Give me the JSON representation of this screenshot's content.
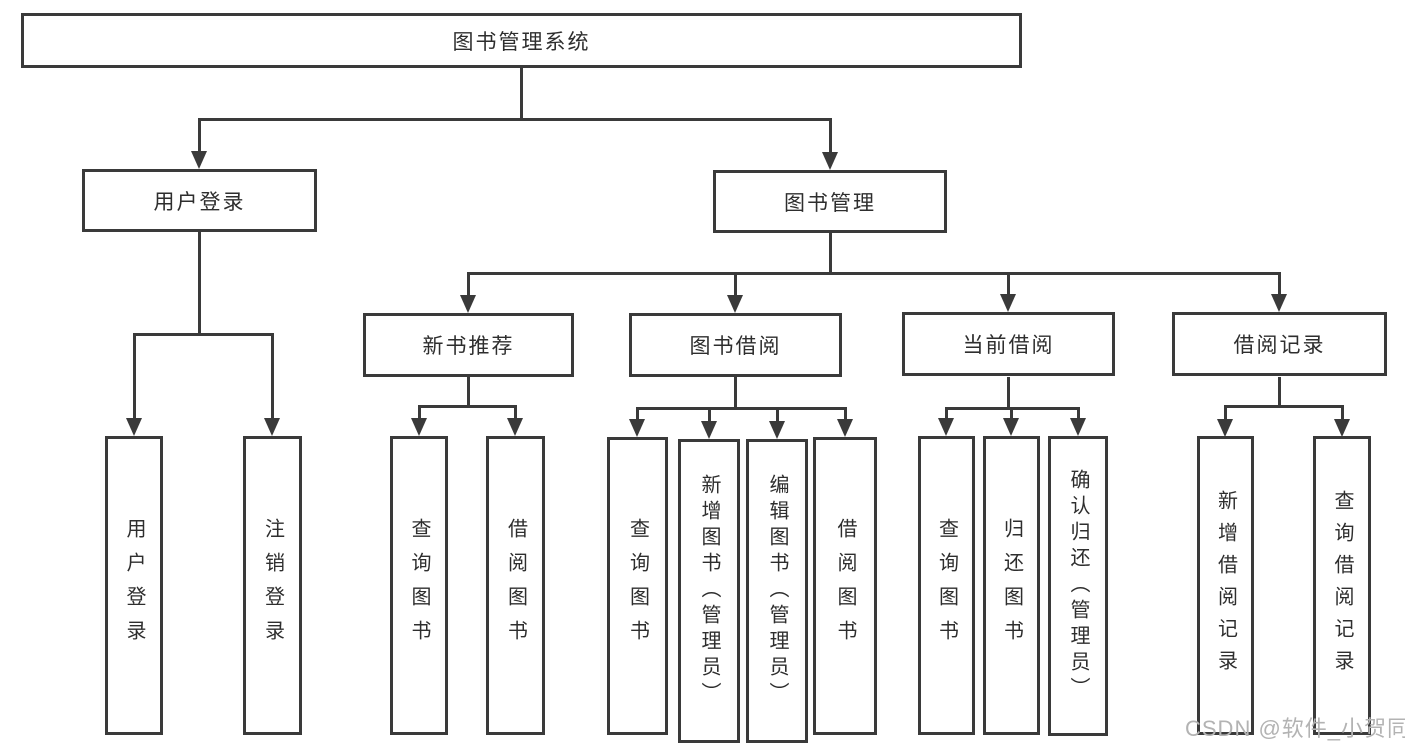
{
  "nodes": {
    "root": "图书管理系统",
    "user_login": "用户登录",
    "book_management": "图书管理",
    "new_book_recommend": "新书推荐",
    "book_borrow": "图书借阅",
    "current_borrow": "当前借阅",
    "borrow_records": "借阅记录",
    "leaf_user_login": "用户登录",
    "leaf_logout": "注销登录",
    "leaf_query_book_recommend": "查询图书",
    "leaf_borrow_book_recommend": "借阅图书",
    "leaf_query_book_borrow": "查询图书",
    "leaf_add_book_admin": "新增图书（管理员）",
    "leaf_edit_book_admin": "编辑图书（管理员）",
    "leaf_borrow_book_borrow": "借阅图书",
    "leaf_query_book_current": "查询图书",
    "leaf_return_book": "归还图书",
    "leaf_confirm_return_admin": "确认归还（管理员）",
    "leaf_add_borrow_record": "新增借阅记录",
    "leaf_query_borrow_record": "查询借阅记录"
  },
  "watermark": "CSDN @软件_小贺同学",
  "colors": {
    "line": "#3a3a3a",
    "text": "#2e2e2e",
    "watermark": "#b3b3b3",
    "background": "#ffffff"
  }
}
